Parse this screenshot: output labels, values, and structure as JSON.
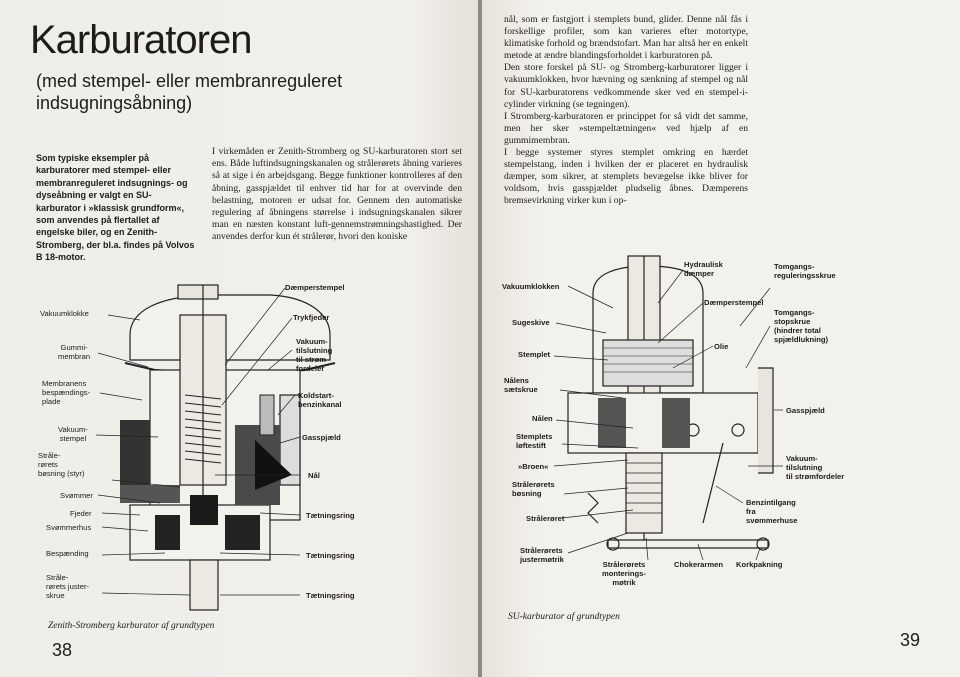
{
  "left_page": {
    "title": "Karburatoren",
    "subtitle": "(med stempel- eller membranreguleret indsugningsåbning)",
    "intro": "Som typiske eksempler på karburatorer med stempel- eller membranreguleret indsugnings- og dyseåbning er valgt en SU-karburator i »klassisk grundform«, som anvendes på flertallet af engelske biler, og en Zenith-Stromberg, der bl.a. findes på Volvos B 18-motor.",
    "body": "I virkemåden er Zenith-Stromberg og SU-karburatoren stort set ens. Både luftindsugningskanalen og strålerørets åbning varieres så at sige i én arbejdsgang. Begge funktioner kontrolleres af den åbning, gasspjældet til enhver tid har for at overvinde den belastning, motoren er udsat for. Gennem den automatiske regulering af åbningens størrelse i indsugningskanalen sikrer man en næsten konstant luft-gennemstrømningshastighed. Der anvendes derfor kun ét strålerør, hvori den koniske",
    "diagram_labels": {
      "vakuumklokke": "Vakuumklokke",
      "gummimembran": "Gummi-\nmembran",
      "membranens": "Membranens\nbespændings-\nplade",
      "vakuumstempel": "Vakuum-\nstempel",
      "straalerorets_bosning": "Stråle-\nrørets\nbøsning (styr)",
      "svommer": "Svømmer",
      "fjeder": "Fjeder",
      "svommerhus": "Svømmerhus",
      "bespaending": "Bespænding",
      "justerskrue": "Stråle-\nrørets juster-\nskrue",
      "daemperstempel": "Dæmperstempel",
      "trykfjeder": "Trykfjeder",
      "vakuumtilslutning": "Vakuum-\ntilslutning\ntil strøm-\nfordeler",
      "koldstart": "Koldstart-\nbenzinkanal",
      "gasspjaeld": "Gasspjæld",
      "naal": "Nål",
      "taetningsring_1": "Tætningsring",
      "taetningsring_2": "Tætningsring",
      "taetningsring_3": "Tætningsring"
    },
    "caption": "Zenith-Stromberg karburator af grundtypen",
    "page_number": "38"
  },
  "right_page": {
    "paragraphs": [
      "nål, som er fastgjort i stemplets bund, glider. Denne nål fås i forskellige profiler, som kan varieres efter motortype, klimatiske forhold og brændstofart. Man har altså her en enkelt metode at ændre blandingsforholdet i karburatoren på.",
      "Den store forskel på SU- og Stromberg-karburatorer ligger i vakuumklokken, hvor hævning og sænkning af stempel og nål for SU-karburatorens vedkommende sker ved en stempel-i-cylinder virkning (se tegningen).",
      "I Stromberg-karburatoren er princippet for så vidt det samme, men her sker »stempeltætningen« ved hjælp af en gummimembran.",
      "I begge systemer styres stemplet omkring en hærdet stempelstang, inden i hvilken der er placeret en hydraulisk dæmper, som sikrer, at stemplets bevægelse ikke bliver for voldsom, hvis gasspjældet pludselig åbnes. Dæmperens bremsevirkning virker kun i op-"
    ],
    "diagram_labels": {
      "vakuumklokken": "Vakuumklokken",
      "sugeskive": "Sugeskive",
      "stemplet": "Stemplet",
      "naalens_saetskrue": "Nålens\nsætskrue",
      "naalen": "Nålen",
      "loeftestift": "Stemplets\nløftestift",
      "broen": "»Broen«",
      "straalerorets_bosning": "Strålerørets\nbøsning",
      "straaleroret": "Strålerøret",
      "justermotrik": "Strålerørets\njustermøtrik",
      "monteringsmotrik": "Strålerørets\nmonterings-\nmøtrik",
      "chokerarmen": "Chokerarmen",
      "korkpakning": "Korkpakning",
      "hydraulisk": "Hydraulisk\ndæmper",
      "daemperstempel": "Dæmperstempel",
      "olie": "Olie",
      "tomgangs_regulering": "Tomgangs-\nreguleringsskrue",
      "tomgangs_stop": "Tomgangs-\nstopskrue\n(hindrer total\nspjældlukning)",
      "gasspjaeld": "Gasspjæld",
      "vakuumtilslutning": "Vakuum-\ntilslutning\ntil strømfordeler",
      "benzintilgang": "Benzintilgang\nfra\nsvømmerhuse"
    },
    "caption": "SU-karburator af grundtypen",
    "page_number": "39"
  }
}
